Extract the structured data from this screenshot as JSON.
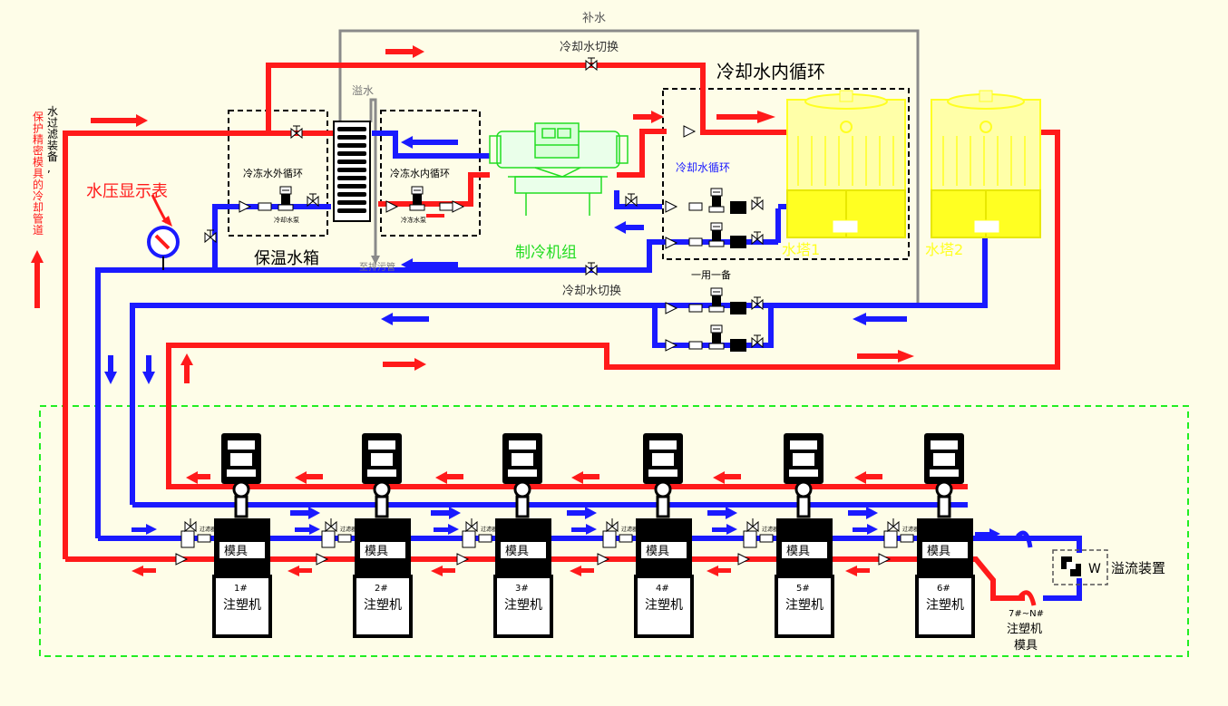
{
  "labels": {
    "makeup_water": "补水",
    "cooling_switch_top": "冷却水切换",
    "cooling_inner_loop": "冷却水内循环",
    "overflow_water": "溢水",
    "frozen_outer_loop": "冷冻水外循环",
    "frozen_inner_loop": "冷冻水内循环",
    "frozen_pump_small": "冷却水泵",
    "inner_pump_small": "冷冻水泵",
    "insulated_tank": "保温水箱",
    "to_drain": "至排污管",
    "chiller_unit": "制冷机组",
    "cooling_loop": "冷却水循环",
    "tower1": "水塔1",
    "tower2": "水塔2",
    "one_in_one_standby": "一用一备",
    "cooling_switch_bottom": "冷却水切换",
    "pressure_display": "水压显示表",
    "side_note_col1": "水过滤装备,",
    "side_note_col2": "保护精密模具的冷却管道",
    "mold": "模具",
    "machine": "注塑机",
    "filter": "过滤器",
    "overflow_device": "溢流装置",
    "overflow_w": "W",
    "extra_range": "7#~N#",
    "extra_machine": "注塑机",
    "extra_mold": "模具"
  },
  "machines": [
    {
      "id": "1#"
    },
    {
      "id": "2#"
    },
    {
      "id": "3#"
    },
    {
      "id": "4#"
    },
    {
      "id": "5#"
    },
    {
      "id": "6#"
    }
  ],
  "colors": {
    "hot": "#ff1a1a",
    "cold": "#1a1aff",
    "gray": "#8a8a8a",
    "green": "#22dd22",
    "yellow": "#ffff22",
    "background": "#fefde8"
  }
}
